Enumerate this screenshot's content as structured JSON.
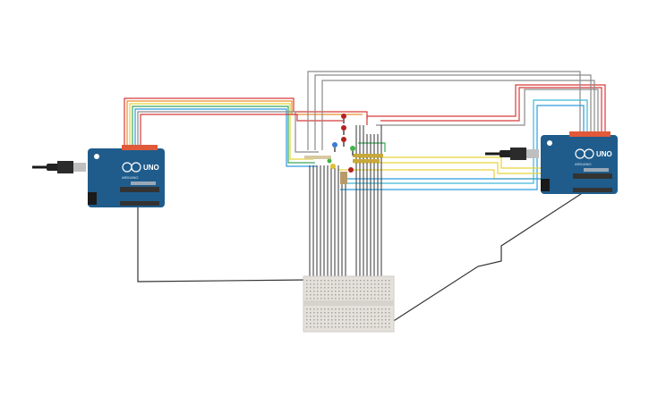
{
  "canvas": {
    "background": "#ffffff"
  },
  "boards": [
    {
      "id": "arduino-left",
      "model_label": "UNO",
      "brand_label": "ARDUINO",
      "color": "#1f5c8c"
    },
    {
      "id": "arduino-right",
      "model_label": "UNO",
      "brand_label": "ARDUINO",
      "color": "#1f5c8c"
    }
  ],
  "colors": {
    "red": "#d83a3a",
    "orange": "#e8912d",
    "yellow": "#e6d33a",
    "green": "#3aa857",
    "blue": "#2f9be0",
    "cyan": "#3fb8d8",
    "gray": "#8a8a8a",
    "black": "#333333",
    "led_blue": "#3a7bd5",
    "led_green": "#43b34a",
    "led_yellow": "#e0c030",
    "led_red": "#b32222",
    "breadboard": "#e4e1dc"
  },
  "components": {
    "leds": [
      {
        "color": "led_red",
        "icon": "red-led-icon"
      },
      {
        "color": "led_red",
        "icon": "red-led-icon"
      },
      {
        "color": "led_red",
        "icon": "red-led-icon"
      },
      {
        "color": "led_blue",
        "icon": "blue-led-icon"
      },
      {
        "color": "led_green",
        "icon": "green-led-icon"
      },
      {
        "color": "led_yellow",
        "icon": "yellow-led-icon"
      }
    ],
    "resistors": 8,
    "breadboard": "mini-breadboard"
  }
}
